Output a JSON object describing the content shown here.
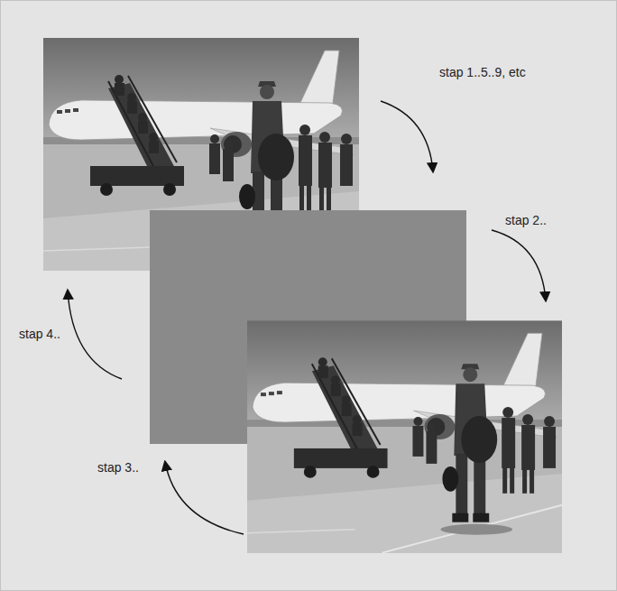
{
  "diagram": {
    "labels": [
      "stap 1..5..9, etc",
      "stap 2..",
      "stap 3..",
      "stap 4.."
    ]
  }
}
